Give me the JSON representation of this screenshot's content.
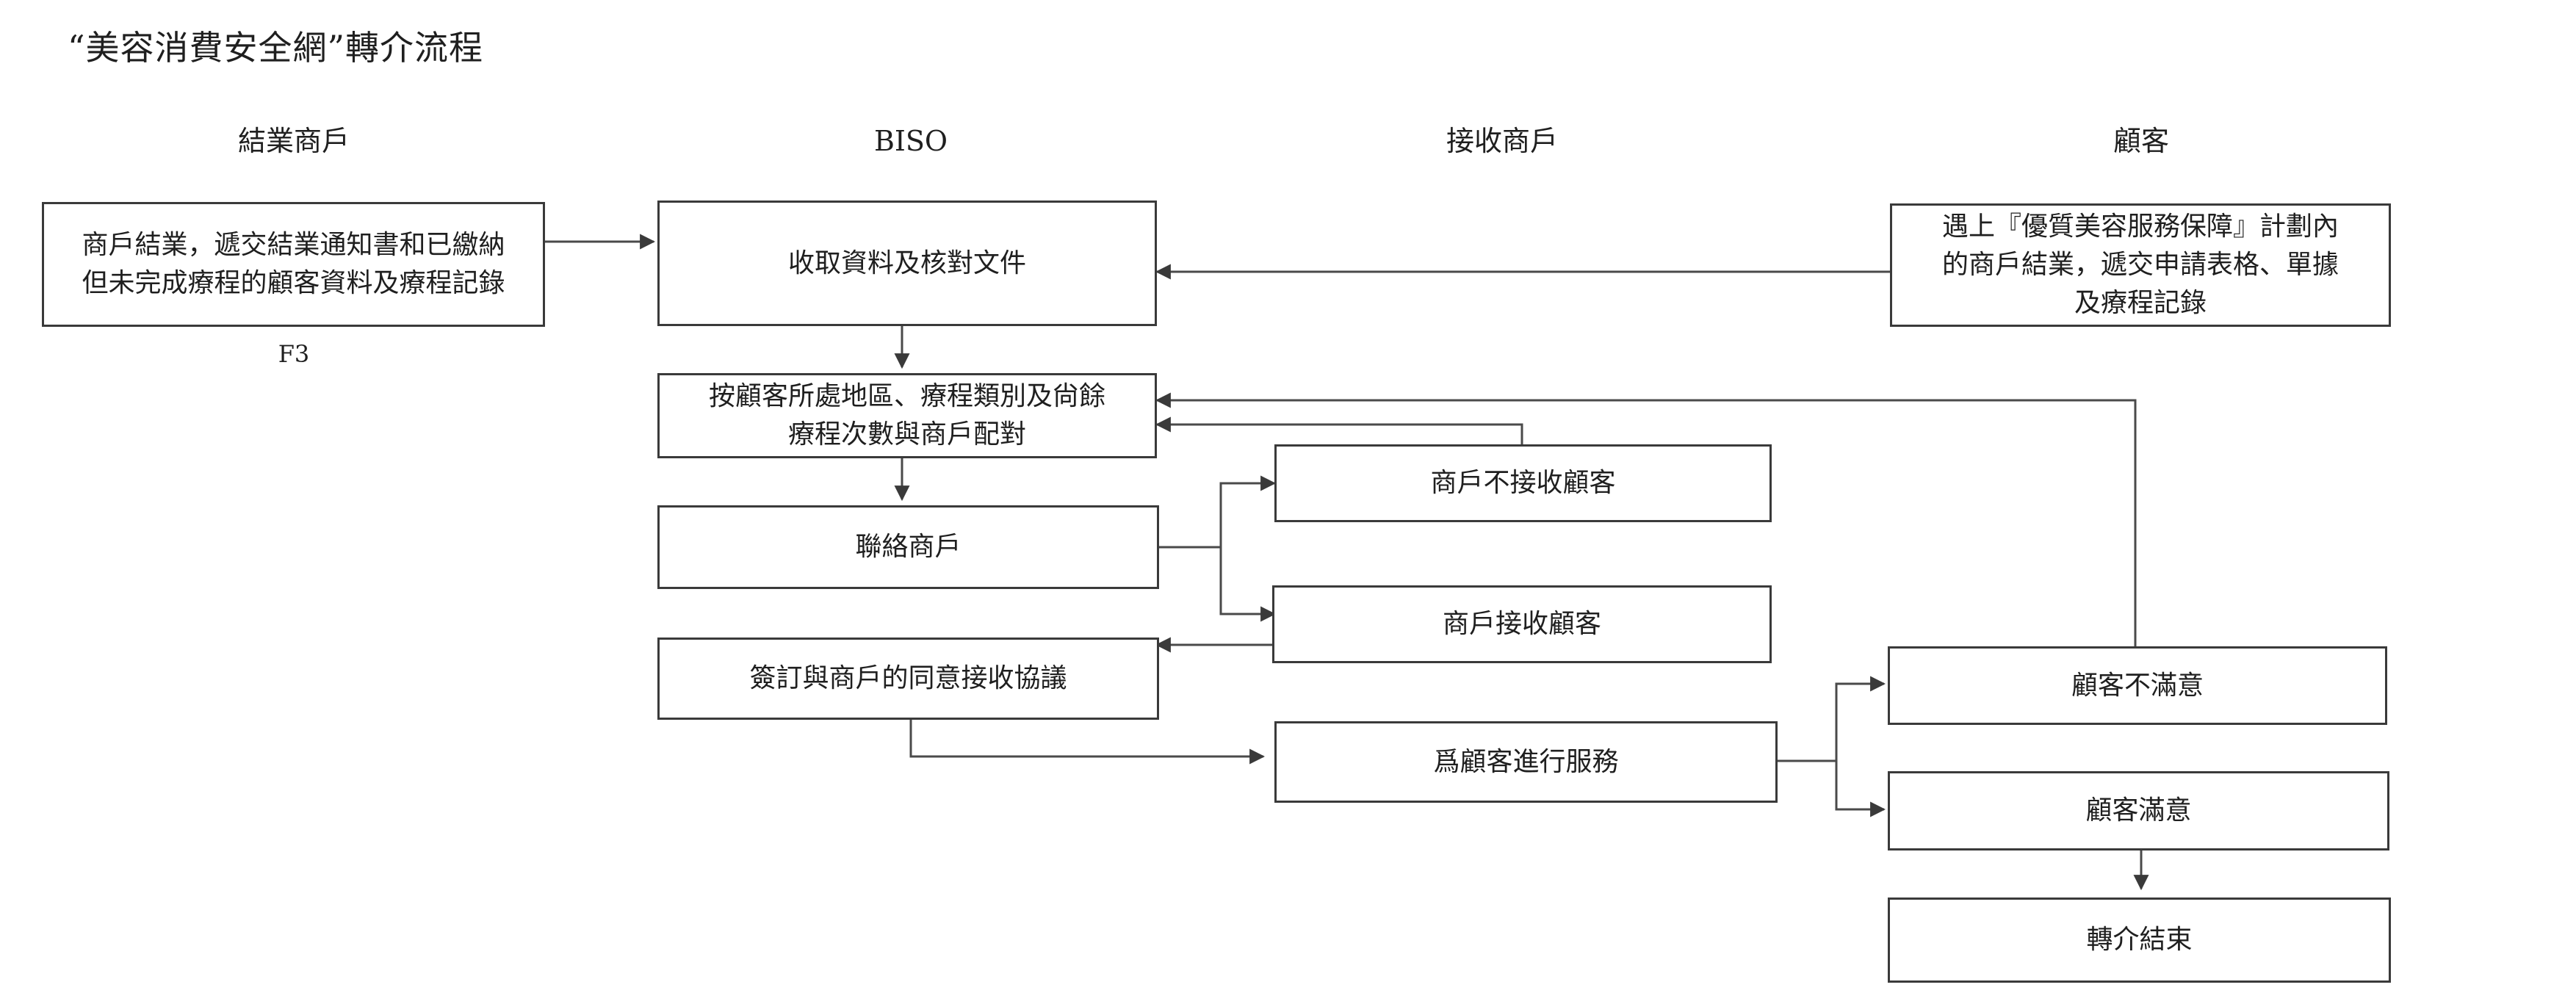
{
  "title": "“美容消費安全網”轉介流程",
  "columns": {
    "merchant_closing": "結業商戶",
    "biso": "BISO",
    "receiving_merchant": "接收商戶",
    "customer": "顧客"
  },
  "boxes": {
    "merchant_close": "商戶結業，遞交結業通知書和已繳納\n但未完成療程的顧客資料及療程記錄",
    "collect_docs": "收取資料及核對文件",
    "customer_submit": "遇上『優質美容服務保障』計劃內\n的商戶結業，遞交申請表格、單據\n及療程記錄",
    "match_merchant": "按顧客所處地區、療程類別及尙餘\n療程次數與商戶配對",
    "contact_merchant": "聯絡商戶",
    "merchant_reject": "商戶不接收顧客",
    "merchant_accept": "商戶接收顧客",
    "sign_agreement": "簽訂與商戶的同意接收協議",
    "customer_unsatisfied": "顧客不滿意",
    "provide_service": "爲顧客進行服務",
    "customer_satisfied": "顧客滿意",
    "referral_end": "轉介結束"
  },
  "notes": {
    "form_code": "F3"
  }
}
